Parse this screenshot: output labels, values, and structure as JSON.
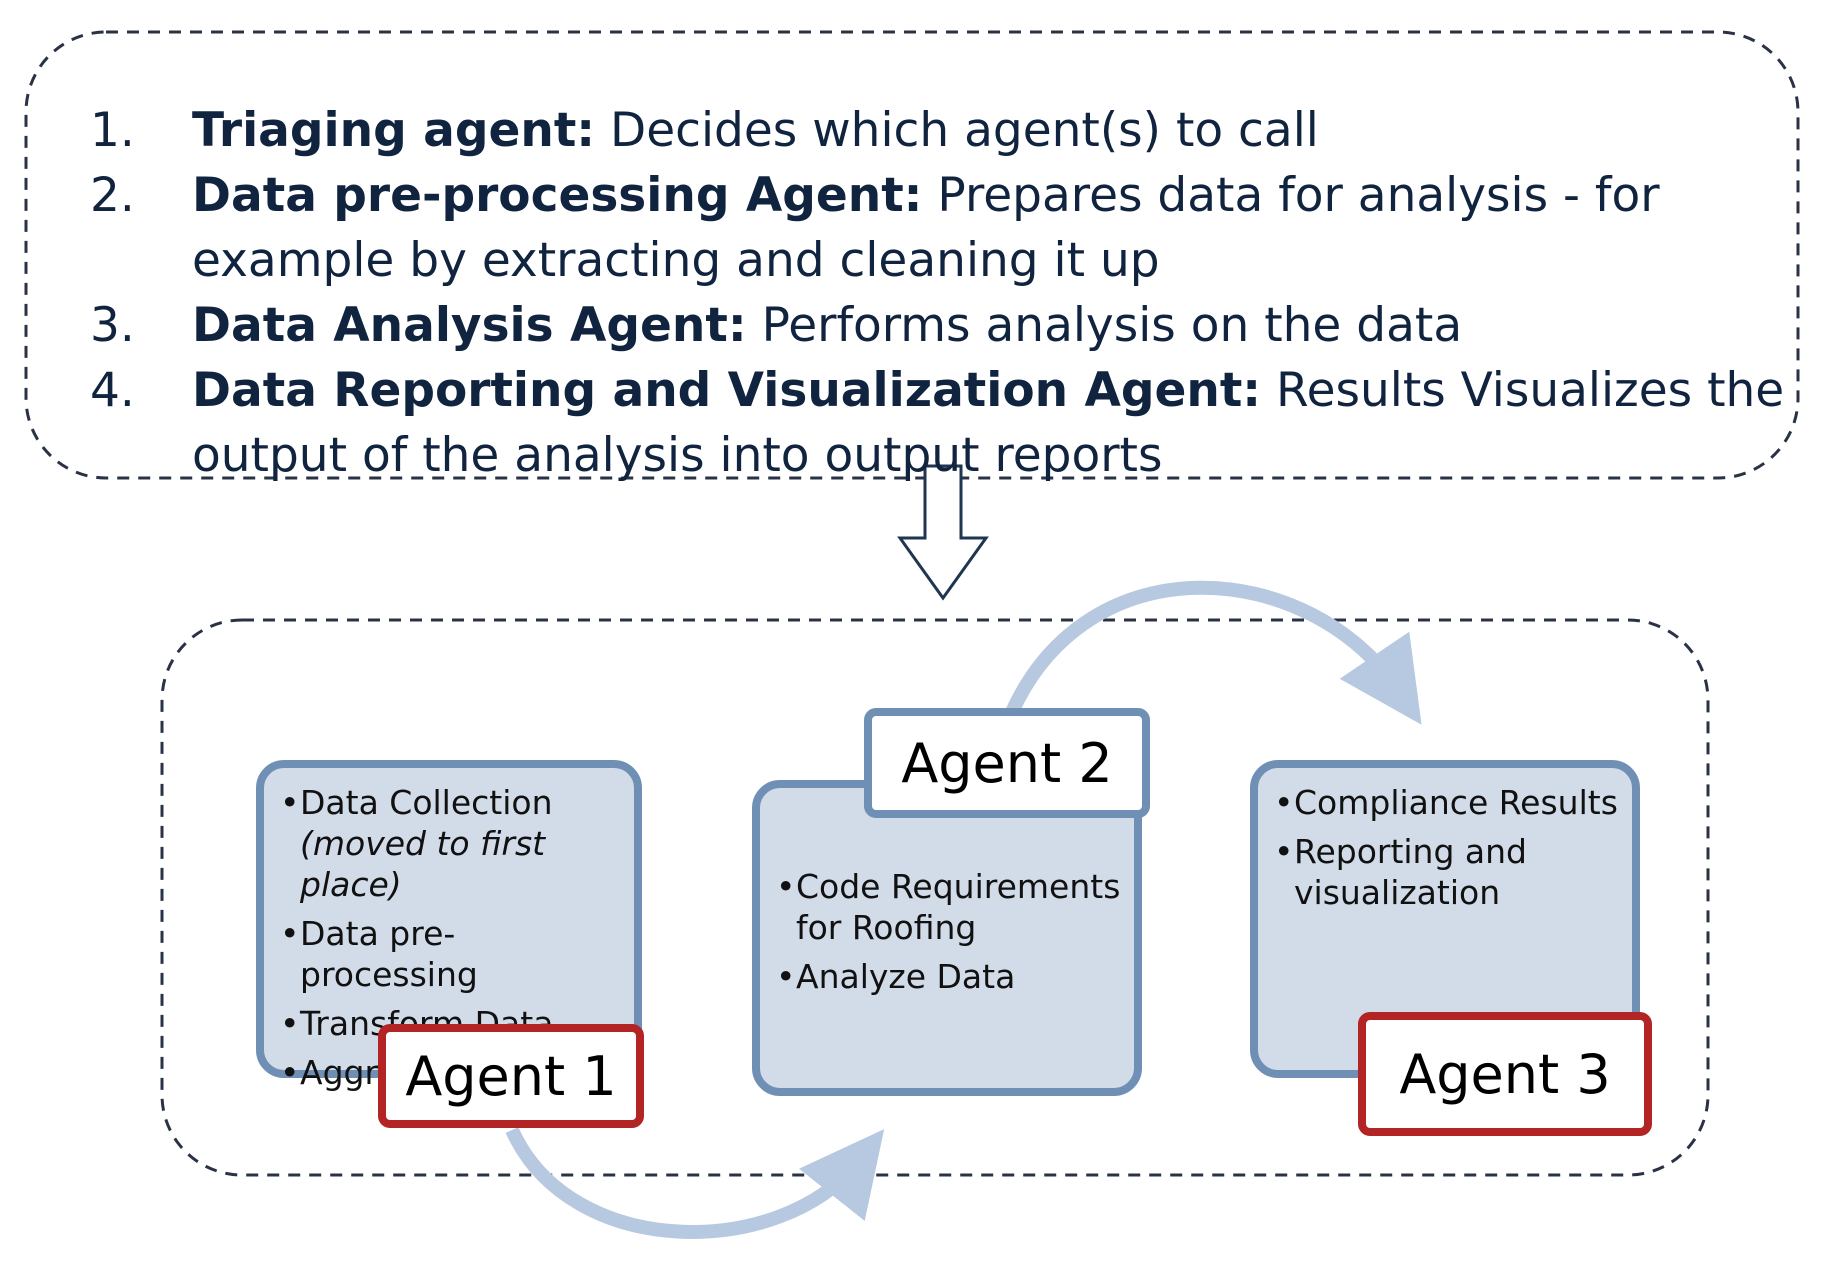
{
  "list": [
    {
      "num": "1.",
      "term": "Triaging agent:",
      "desc": " Decides which agent(s) to call"
    },
    {
      "num": "2.",
      "term": "Data pre-processing Agent:",
      "desc": " Prepares data for analysis - for example by extracting and cleaning it up"
    },
    {
      "num": "3.",
      "term": "Data Analysis Agent:",
      "desc": " Performs analysis on the data"
    },
    {
      "num": "4.",
      "term": "Data Reporting and Visualization Agent:",
      "desc": " Results Visualizes the output of the analysis into output reports"
    }
  ],
  "agents": {
    "agent1": {
      "label": "Agent 1",
      "items": [
        "Data Collection",
        "Data pre-processing",
        "Transform Data",
        "Aggregate Data"
      ],
      "note": "(moved to first place)"
    },
    "agent2": {
      "label": "Agent 2",
      "items": [
        "Code Requirements for Roofing",
        "Analyze Data"
      ]
    },
    "agent3": {
      "label": "Agent 3",
      "items": [
        "Compliance Results",
        "Reporting and visualization"
      ]
    }
  },
  "colors": {
    "box_fill": "#d2dbe8",
    "box_border": "#6f8fb5",
    "label_red": "#b32424",
    "flow_arrow": "#b7c8e1",
    "dashed": "#2a3346"
  }
}
